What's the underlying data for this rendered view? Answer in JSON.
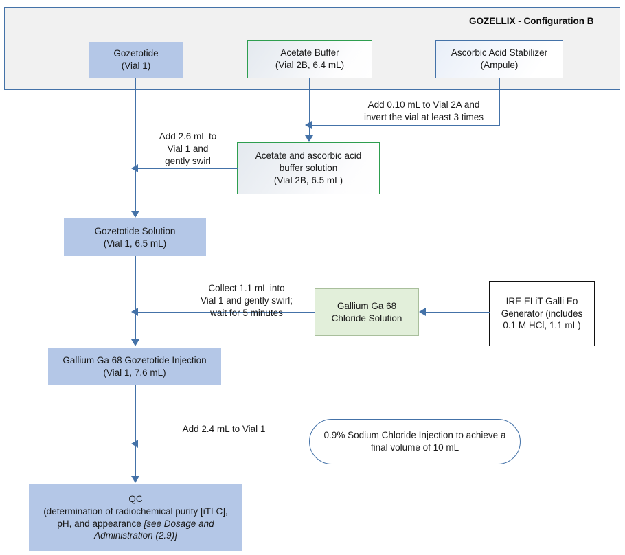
{
  "diagram": {
    "title": "GOZELLIX - Configuration B",
    "colors": {
      "accent_blue": "#4472a8",
      "node_fill_blue": "#b4c7e7",
      "node_fill_green": "#e2efda",
      "green_border": "#2e9e4f",
      "panel_bg": "#f1f1f1"
    }
  },
  "nodes": {
    "gozetotide": "Gozetotide\n(Vial 1)",
    "acetate_buffer": "Acetate Buffer\n(Vial 2B, 6.4 mL)",
    "ascorbic_acid": "Ascorbic Acid Stabilizer\n(Ampule)",
    "buffer_solution": "Acetate and ascorbic acid\nbuffer solution\n(Vial 2B, 6.5 mL)",
    "gozetotide_solution": "Gozetotide Solution\n(Vial 1, 6.5 mL)",
    "gallium_chloride": "Gallium Ga 68\nChloride Solution",
    "generator": "IRE ELiT Galli Eo\nGenerator (includes\n0.1 M HCl, 1.1 mL)",
    "injection": "Gallium Ga 68 Gozetotide Injection\n(Vial 1, 7.6 mL)",
    "sodium_chloride": "0.9% Sodium Chloride Injection to achieve a\nfinal volume of 10 mL",
    "qc_line1": "QC",
    "qc_line2": "(determination of radiochemical purity [iTLC],",
    "qc_line3": "pH, and appearance ",
    "qc_line4_italic": "[see Dosage and",
    "qc_line5_italic": "Administration (2.9)]"
  },
  "edges": {
    "add_010": "Add 0.10 mL to Vial 2A and\ninvert the vial at least 3 times",
    "add_26": "Add 2.6 mL to\nVial 1 and\ngently swirl",
    "collect_11": "Collect 1.1 mL into\nVial 1 and gently swirl;\nwait for 5 minutes",
    "add_24": "Add 2.4 mL to Vial 1"
  }
}
